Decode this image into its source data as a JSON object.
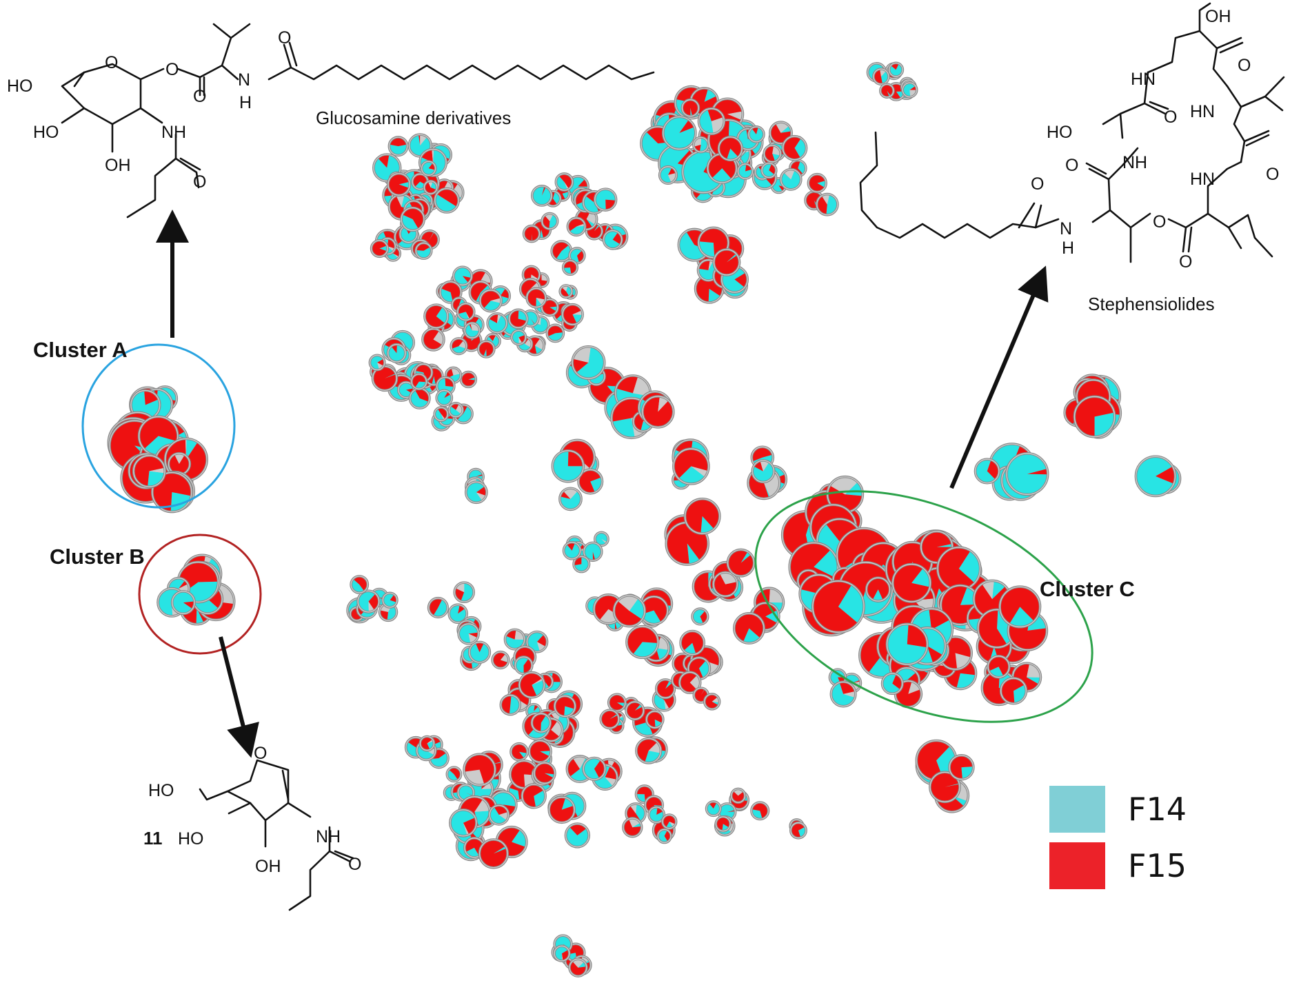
{
  "annotations": {
    "glucosamine_caption": "Glucosamine derivatives",
    "stephensiolides_caption": "Stephensiolides",
    "compound_number": "11"
  },
  "clusters": [
    {
      "label": "Cluster A",
      "outline_color": "#29a3e0"
    },
    {
      "label": "Cluster B",
      "outline_color": "#b22222"
    },
    {
      "label": "Cluster C",
      "outline_color": "#2ca24a"
    }
  ],
  "legend": [
    {
      "label": "F14",
      "color": "#80cfd6"
    },
    {
      "label": "F15",
      "color": "#ec2229"
    }
  ],
  "node_colors": {
    "f14": "#28e4e4",
    "f15": "#ee1111",
    "other": "#cccccc",
    "outline": "#888888"
  },
  "atoms": {
    "HO": "HO",
    "OH": "OH",
    "O": "O",
    "NH": "NH",
    "HN": "HN",
    "H": "H",
    "N": "N"
  }
}
